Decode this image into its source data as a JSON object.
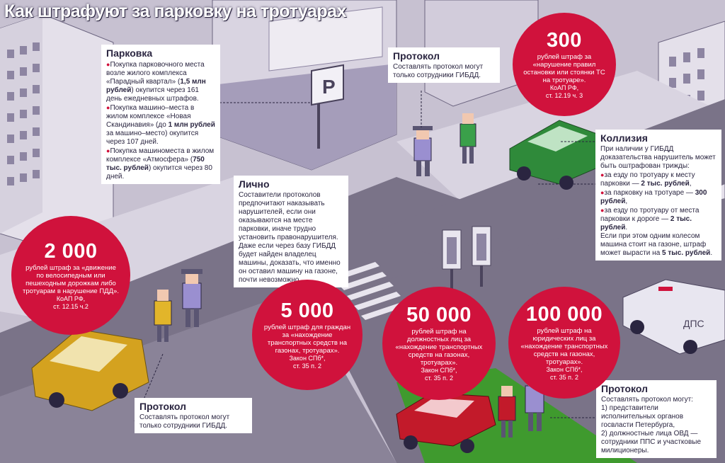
{
  "title": "Как штрафуют за парковку на тротуарах",
  "colors": {
    "fine_circle": "#d0123c",
    "panel_bg": "#ffffff",
    "text_dark": "#2a2540",
    "background": "#b9b3c4",
    "road": "#7a7388",
    "lawn": "#3f9a2e"
  },
  "panels": {
    "parking": {
      "title": "Парковка",
      "items": [
        {
          "pre": "Покупка парковочного места возле жилого комплекса «Парадный квартал» (",
          "bold": "1,5 млн рублей",
          "post": ") окупится через 161 день ежедневных штрафов."
        },
        {
          "pre": "Покупка машино–места в жилом комплексе «Новая Скандинавия» (до ",
          "bold": "1 млн рублей",
          "post": " за машино–место) окупится через 107 дней."
        },
        {
          "pre": "Покупка машиноместа в жилом комплексе «Атмосфера» (",
          "bold": "750 тыс. рублей",
          "post": ") окупится через 80 дней."
        }
      ]
    },
    "protocol_top": {
      "title": "Протокол",
      "text": "Составлять протокол могут только сотрудники ГИБДД."
    },
    "personally": {
      "title": "Лично",
      "text": "Составители протоколов предпочитают наказывать нарушителей, если они оказываются на месте парковки, иначе трудно установить правонарушителя. Даже если через базу ГИБДД будет найден владелец машины, доказать, что именно он оставил машину на газоне, почти невозможно."
    },
    "collision": {
      "title": "Коллизия",
      "intro": "При наличии у ГИБДД доказательства нарушитель может быть оштрафован трижды:",
      "items": [
        {
          "pre": "за езду по тротуару к месту парковки — ",
          "bold": "2 тыс. рублей",
          "post": ","
        },
        {
          "pre": "за парковку на тротуаре — ",
          "bold": "300 рублей",
          "post": ","
        },
        {
          "pre": "за езду по тротуару от места парковки к дороге — ",
          "bold": "2 тыс. рублей",
          "post": "."
        }
      ],
      "outro_pre": "Если при этом одним колесом машина стоит на газоне, штраф может вырасти на ",
      "outro_bold": "5 тыс. рублей",
      "outro_post": "."
    },
    "protocol_bottom_left": {
      "title": "Протокол",
      "text": "Составлять протокол могут только сотрудники ГИБДД."
    },
    "protocol_bottom_right": {
      "title": "Протокол",
      "intro": "Составлять протокол могут:",
      "lines": [
        "1) представители исполнительных органов госвласти Петербурга,",
        "2) должностные лица ОВД — сотрудники ППС и участковые милиционеры."
      ]
    }
  },
  "fines": [
    {
      "amount": "300",
      "text": "рублей штраф за «нарушение правил остановки или стоянки ТС на тротуаре».",
      "law": "КоАП РФ,",
      "article": "ст. 12.19 ч. 3"
    },
    {
      "amount": "2 000",
      "text": "рублей штраф за «движение по велосипедным или пешеходным дорожкам либо тротуарам в нарушение ПДД».",
      "law": "КоАП РФ,",
      "article": "ст. 12.15 ч.2"
    },
    {
      "amount": "5 000",
      "text": "рублей штраф для граждан за «нахождение транспортных средств на газонах, тротуарах».",
      "law": "Закон СПб*,",
      "article": "ст. 35 п. 2"
    },
    {
      "amount": "50 000",
      "text": "рублей штраф на должностных лиц за «нахождение транспортных средств на газонах, тротуарах».",
      "law": "Закон СПб*,",
      "article": "ст. 35 п. 2"
    },
    {
      "amount": "100 000",
      "text": "рублей штраф на юридических лиц за «нахождение транспортных средств на газонах, тротуарах».",
      "law": "Закон СПб*,",
      "article": "ст. 35 п. 2"
    }
  ],
  "scene_labels": {
    "parking_sign": "P",
    "police_car": "ДПС"
  },
  "icons": [
    "parking-sign-icon",
    "traffic-light-icon",
    "police-officer-figure",
    "car-figure"
  ]
}
